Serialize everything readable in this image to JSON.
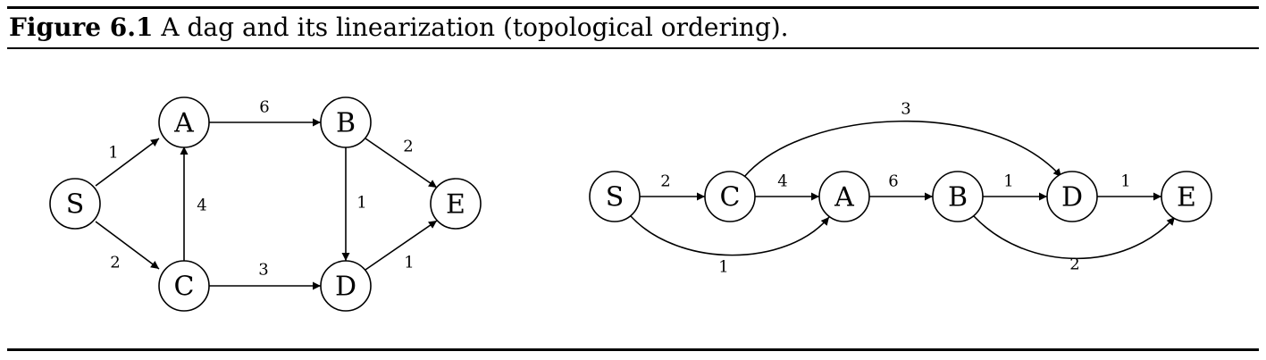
{
  "caption": {
    "label": "Figure 6.1",
    "text": "A dag and its linearization (topological ordering)."
  },
  "dag": {
    "nodes": [
      "S",
      "A",
      "B",
      "C",
      "D",
      "E"
    ],
    "edges": [
      {
        "from": "S",
        "to": "A",
        "weight": "1"
      },
      {
        "from": "S",
        "to": "C",
        "weight": "2"
      },
      {
        "from": "C",
        "to": "A",
        "weight": "4"
      },
      {
        "from": "A",
        "to": "B",
        "weight": "6"
      },
      {
        "from": "C",
        "to": "D",
        "weight": "3"
      },
      {
        "from": "B",
        "to": "D",
        "weight": "1"
      },
      {
        "from": "B",
        "to": "E",
        "weight": "2"
      },
      {
        "from": "D",
        "to": "E",
        "weight": "1"
      }
    ]
  },
  "linearization": {
    "order": [
      "S",
      "C",
      "A",
      "B",
      "D",
      "E"
    ],
    "edges": [
      {
        "from": "S",
        "to": "C",
        "weight": "2"
      },
      {
        "from": "C",
        "to": "A",
        "weight": "4"
      },
      {
        "from": "A",
        "to": "B",
        "weight": "6"
      },
      {
        "from": "B",
        "to": "D",
        "weight": "1"
      },
      {
        "from": "D",
        "to": "E",
        "weight": "1"
      },
      {
        "from": "C",
        "to": "D",
        "weight": "3"
      },
      {
        "from": "S",
        "to": "A",
        "weight": "1"
      },
      {
        "from": "B",
        "to": "E",
        "weight": "2"
      }
    ]
  }
}
